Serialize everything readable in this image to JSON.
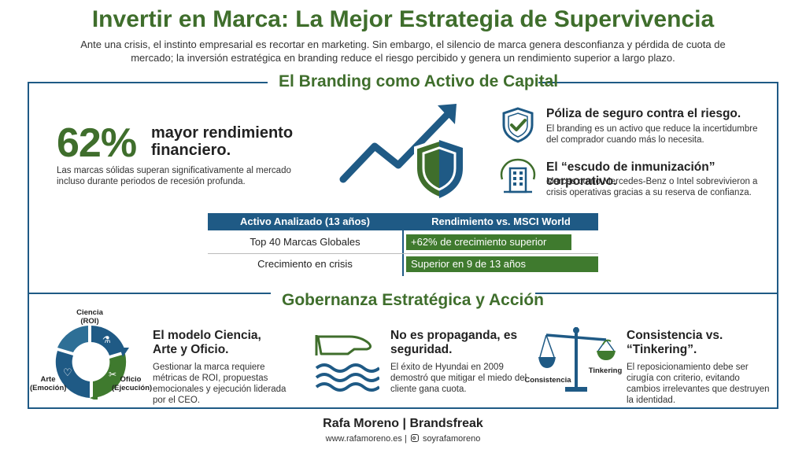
{
  "header": {
    "title": "Invertir en Marca: La Mejor Estrategia de Supervivencia",
    "intro": "Ante una crisis, el instinto empresarial es recortar en marketing. Sin embargo, el silencio de marca genera desconfianza y pérdida de cuota de mercado; la inversión estratégica en branding reduce el riesgo percibido y genera un rendimiento superior a largo plazo."
  },
  "section1": {
    "heading": "El Branding como Activo de Capital",
    "stat": {
      "value": "62%",
      "label": "mayor rendimiento financiero.",
      "description": "Las marcas sólidas superan significativamente al mercado incluso durante periodos de recesión profunda."
    },
    "features": [
      {
        "icon": "shield-check-icon",
        "title": "Póliza de seguro contra el riesgo.",
        "description": "El branding es un activo que reduce la incertidumbre del comprador cuando más lo necesita."
      },
      {
        "icon": "building-icon",
        "title": "El “escudo de inmunización” corporativo.",
        "description": "Marcas como Mercedes-Benz o Intel sobrevivieron a crisis operativas gracias a su reserva de confianza."
      }
    ],
    "table": {
      "headers": [
        "Activo Analizado (13 años)",
        "Rendimiento vs. MSCI World"
      ],
      "rows": [
        {
          "asset": "Top 40 Marcas Globales",
          "result": "+62% de crecimiento superior"
        },
        {
          "asset": "Crecimiento en crisis",
          "result": "Superior en 9 de 13 años"
        }
      ]
    }
  },
  "section2": {
    "heading": "Gobernanza Estratégica y Acción",
    "cycle": {
      "top": "Ciencia (ROI)",
      "right": "Oficio (Ejecución)",
      "left": "Arte (Emoción)"
    },
    "items": [
      {
        "title": "El modelo Ciencia, Arte y Oficio.",
        "description": "Gestionar la marca requiere métricas de ROI, propuestas emocionales y ejecución liderada por el CEO."
      },
      {
        "title": "No es propaganda, es seguridad.",
        "description": "El éxito de Hyundai en 2009 demostró que mitigar el miedo del cliente gana cuota."
      },
      {
        "title": "Consistencia vs. “Tinkering”.",
        "description": "El reposicionamiento debe ser cirugía con criterio, evitando cambios irrelevantes que destruyen la identidad."
      }
    ],
    "scale": {
      "left_label": "Consistencia",
      "right_label": "Tinkering"
    }
  },
  "footer": {
    "author": "Rafa Moreno | Brandsfreak",
    "website": "www.rafamoreno.es",
    "separator": "|",
    "instagram": "soyrafamoreno"
  },
  "colors": {
    "green": "#3f6e2c",
    "blue": "#1f5a85",
    "bar_green": "#3f7a2e"
  }
}
